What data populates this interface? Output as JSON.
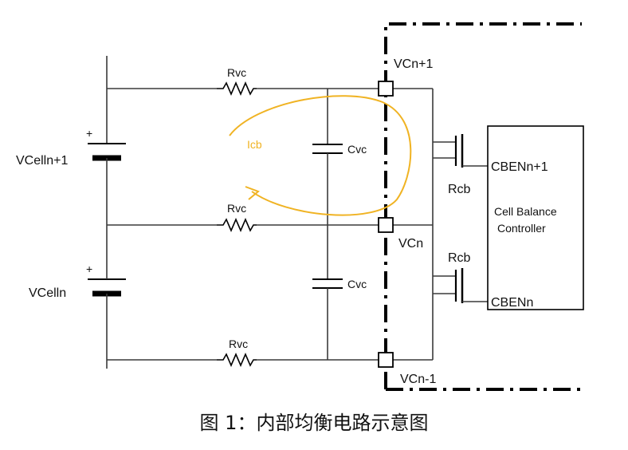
{
  "labels": {
    "vcn_plus1": "VCn+1",
    "vcn": "VCn",
    "vcn_minus1": "VCn-1",
    "vcell_top": "VCelln+1",
    "vcell_bottom": "VCelln",
    "plus": "+",
    "rvc": "Rvc",
    "cvc": "Cvc",
    "rcb": "Rcb",
    "icb": "Icb",
    "controller_line1": "Cell Balance",
    "controller_line2": "Controller",
    "cben_top": "CBENn+1",
    "cben_bottom": "CBENn"
  },
  "caption": "图 1：内部均衡电路示意图",
  "colors": {
    "wire": "#3a3a3a",
    "current_loop": "#f0b323",
    "text": "#111111"
  }
}
